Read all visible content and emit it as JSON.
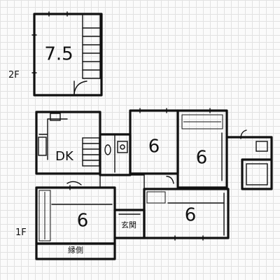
{
  "floor_labels": {
    "upper": "2F",
    "lower": "1F"
  },
  "rooms": {
    "upstairs_room": "7.5",
    "dining_kitchen": "DK",
    "center_room": "6",
    "right_room": "6",
    "lower_left_room": "6",
    "lower_right_room": "6",
    "entrance": "玄関",
    "veranda": "縁側"
  }
}
